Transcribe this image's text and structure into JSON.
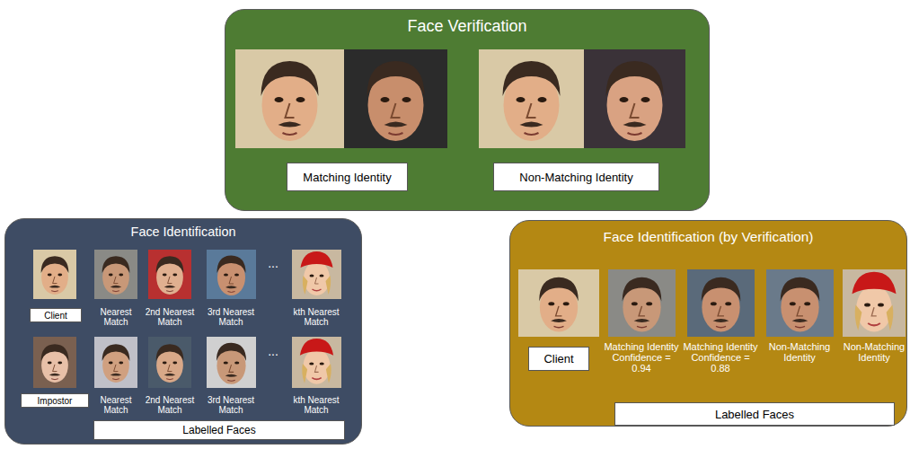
{
  "diagram": {
    "nodes": [
      {
        "text": [
          "Face Verification"
        ]
      },
      {
        "text": [
          "Matching Identity"
        ],
        "in": 0
      },
      {
        "text": [
          "Non-Matching Identity"
        ],
        "in": 0
      },
      {
        "text": [
          "Face Identification"
        ]
      },
      {
        "text": [
          "Client"
        ],
        "in": 3
      },
      {
        "text": [
          "Impostor"
        ],
        "in": 3
      },
      {
        "text": [
          "Labelled Faces"
        ],
        "in": 3
      },
      {
        "text": [
          "Face Identification (by Verification)"
        ]
      },
      {
        "text": [
          "Client"
        ],
        "in": 7
      },
      {
        "text": [
          "Labelled Faces"
        ],
        "in": 7
      }
    ],
    "labels": [
      "Nearest Match",
      "2nd Nearest Match",
      "3rd Nearest Match",
      "...",
      "kth Nearest Match",
      "Nearest Match",
      "2nd Nearest Match",
      "3rd Nearest Match",
      "...",
      "kth Nearest Match",
      "Matching Identity Confidence = 0.94",
      "Matching Identity Confidence = 0.88",
      "Non-Matching Identity",
      "Non-Matching Identity"
    ]
  }
}
